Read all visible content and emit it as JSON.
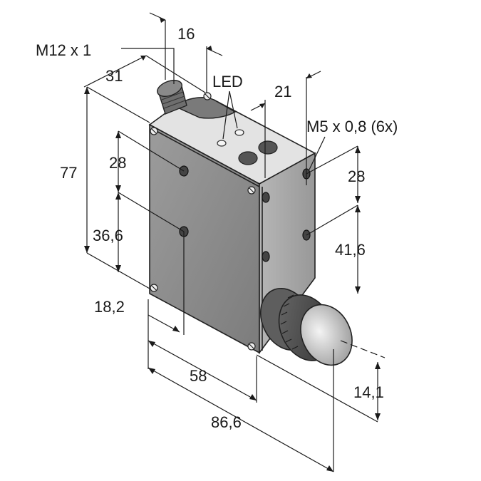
{
  "labels": {
    "thread_connector": "M12 x 1",
    "dim_16": "16",
    "dim_31": "31",
    "led": "LED",
    "dim_21": "21",
    "thread_mount": "M5 x 0,8 (6x)",
    "dim_77": "77",
    "dim_28_left": "28",
    "dim_36_6": "36,6",
    "dim_18_2": "18,2",
    "dim_58": "58",
    "dim_86_6": "86,6",
    "dim_28_right": "28",
    "dim_41_6": "41,6",
    "dim_14_1": "14,1"
  },
  "colors": {
    "body_front": "#8f8f8f",
    "body_side": "#a8a8a8",
    "body_top": "#e2e2e2",
    "lens": "#d8d8d8",
    "ink": "#1a1a1a"
  }
}
